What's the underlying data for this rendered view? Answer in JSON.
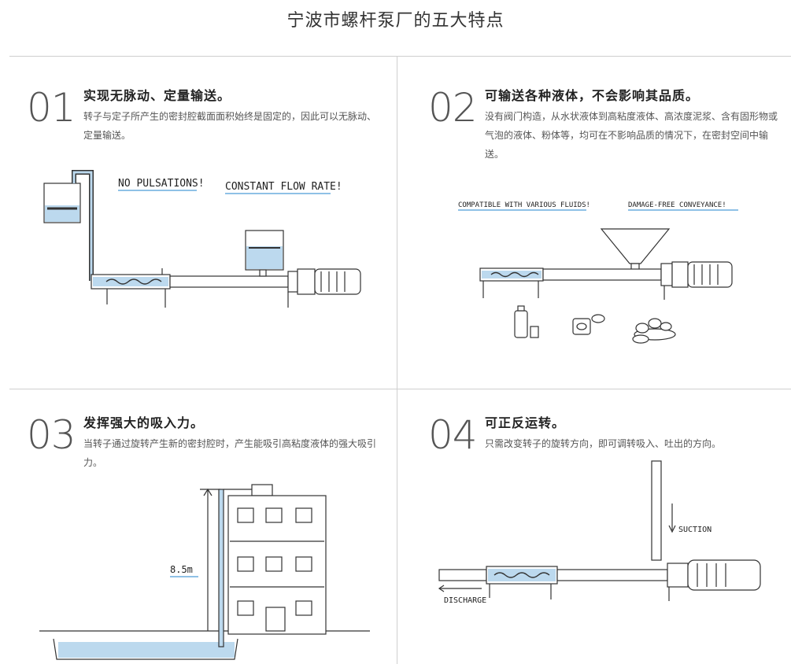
{
  "page_title": "宁波市螺杆泵厂的五大特点",
  "features": [
    {
      "number": "01",
      "title": "实现无脉动、定量输送。",
      "description": "转子与定子所产生的密封腔截面面积始终是固定的，因此可以无脉动、定量输送。",
      "labels": [
        "NO PULSATIONS!",
        "CONSTANT FLOW RATE!"
      ]
    },
    {
      "number": "02",
      "title": "可输送各种液体，不会影响其品质。",
      "description": "没有阀门构造，从水状液体到高粘度液体、高浓度泥浆、含有固形物或气泡的液体、粉体等，均可在不影响品质的情况下，在密封空间中输送。",
      "labels": [
        "COMPATIBLE WITH VARIOUS FLUIDS!",
        "DAMAGE-FREE CONVEYANCE!"
      ]
    },
    {
      "number": "03",
      "title": "发挥强大的吸入力。",
      "description": "当转子通过旋转产生新的密封腔时，产生能吸引高粘度液体的强大吸引力。",
      "labels": [
        "8.5m"
      ]
    },
    {
      "number": "04",
      "title": "可正反运转。",
      "description": "只需改变转子的旋转方向，即可调转吸入、吐出的方向。",
      "labels": [
        "SUCTION",
        "DISCHARGE"
      ]
    }
  ],
  "colors": {
    "water": "#bcd9ee",
    "underline": "#8fc1e6",
    "line": "#333333"
  }
}
